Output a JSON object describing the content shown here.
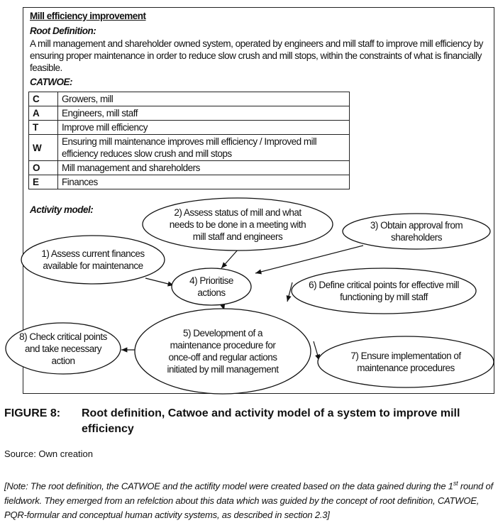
{
  "title": "Mill efficiency improvement",
  "root_definition": {
    "heading": "Root Definition:",
    "text": "A mill management and shareholder owned system, operated by engineers and mill staff to improve mill efficiency by ensuring proper maintenance in order to reduce slow crush and mill stops, within the constraints of what is financially feasible."
  },
  "catwoe": {
    "heading": "CATWOE:",
    "rows": [
      {
        "key": "C",
        "value": "Growers, mill"
      },
      {
        "key": "A",
        "value": "Engineers, mill staff"
      },
      {
        "key": "T",
        "value": "Improve mill efficiency"
      },
      {
        "key": "W",
        "value": "Ensuring mill maintenance improves mill efficiency / Improved mill efficiency reduces slow crush and mill stops"
      },
      {
        "key": "O",
        "value": "Mill management and shareholders"
      },
      {
        "key": "E",
        "value": "Finances"
      }
    ]
  },
  "activity_model": {
    "heading": "Activity model:",
    "nodes": [
      {
        "id": "1",
        "label": "1) Assess current finances available for maintenance"
      },
      {
        "id": "2",
        "label": "2) Assess status of mill and what needs to be done in a meeting with mill staff and engineers"
      },
      {
        "id": "3",
        "label": "3) Obtain approval from shareholders"
      },
      {
        "id": "4",
        "label": "4) Prioritise actions"
      },
      {
        "id": "5",
        "label": "5) Development of a maintenance procedure for once-off and regular actions initiated by mill management"
      },
      {
        "id": "6",
        "label": "6) Define critical points for effective mill functioning by mill staff"
      },
      {
        "id": "7",
        "label": "7) Ensure implementation of maintenance procedures"
      },
      {
        "id": "8",
        "label": "8) Check critical points and take necessary action"
      }
    ],
    "edges": [
      [
        "1",
        "4"
      ],
      [
        "2",
        "4"
      ],
      [
        "3",
        "4"
      ],
      [
        "4",
        "5"
      ],
      [
        "6",
        "5"
      ],
      [
        "5",
        "8"
      ],
      [
        "5",
        "7"
      ]
    ]
  },
  "caption": {
    "number": "FIGURE 8:",
    "text": "Root definition, Catwoe and activity model of a system to improve mill efficiency"
  },
  "source": "Source: Own creation",
  "note": {
    "before": "[Note: The root definition, the CATWOE and the actifity model were created based on the data gained during the 1",
    "sup": "st",
    "after": " round of fieldwork. They emerged from an refelction about this data which was guided by the concept of root definition, CATWOE, PQR-formular and conceptual human activity systems, as described in section 2.3]"
  }
}
